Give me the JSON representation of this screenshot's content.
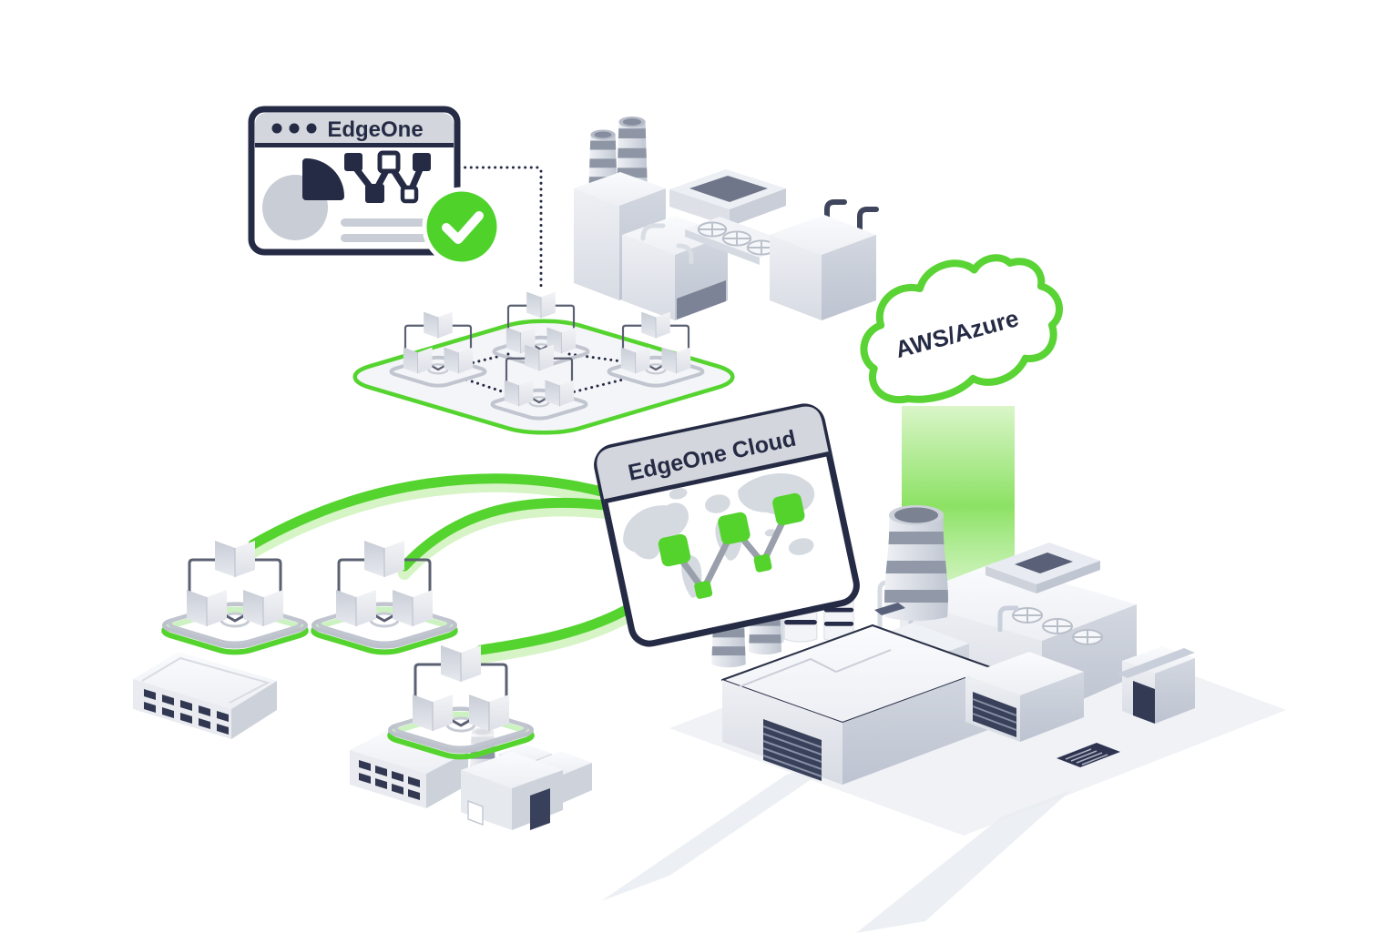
{
  "illustration": {
    "browser_window": {
      "title": "EdgeOne"
    },
    "cloud_panel": {
      "title": "EdgeOne Cloud"
    },
    "provider_cloud": {
      "label": "AWS/Azure"
    },
    "icons": {
      "window_dots": "•••",
      "check": "✓",
      "pie_chart": "pie-chart",
      "network_graph": "network-graph",
      "cloud": "cloud",
      "world_map": "world-map"
    },
    "colors": {
      "green": "#55d42f",
      "green_soft": "#a5e87f",
      "navy": "#262b45",
      "slate": "#5b6072",
      "header_gray": "#d3d6dc",
      "map_gray": "#d5d9e0",
      "line_gray": "#9aa0ab"
    }
  }
}
